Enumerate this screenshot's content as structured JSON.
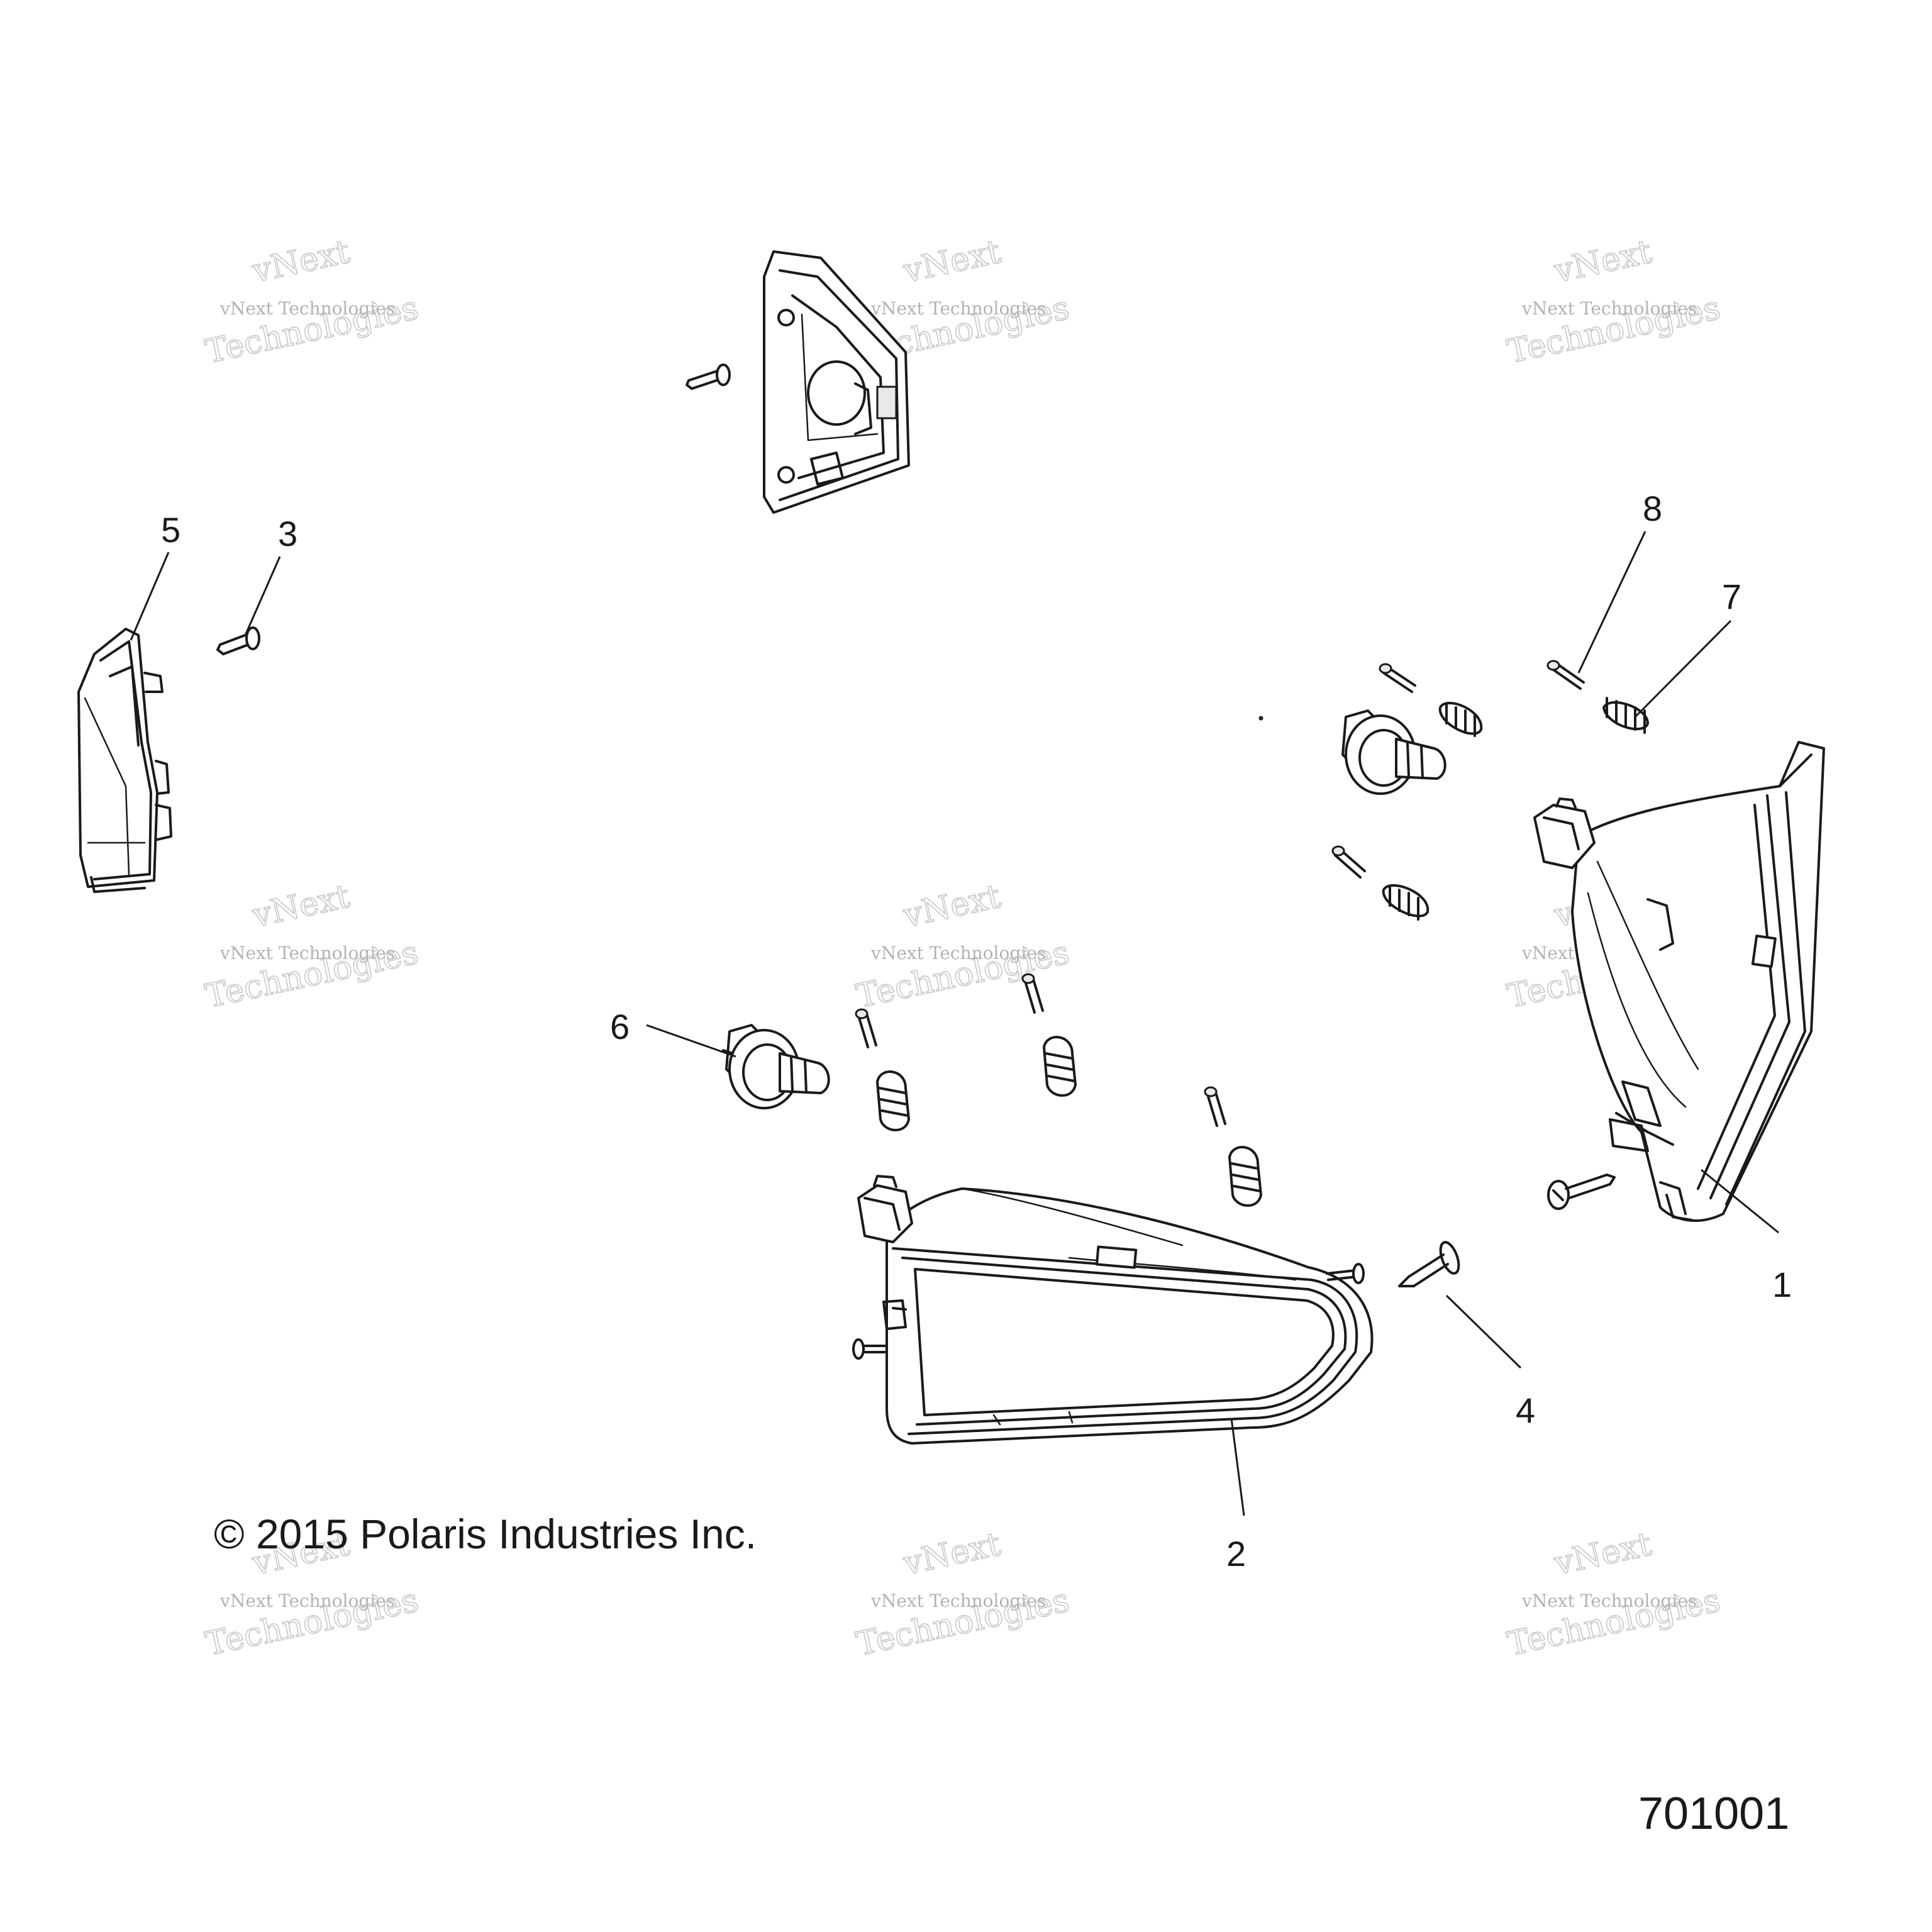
{
  "callouts": [
    {
      "label": "1"
    },
    {
      "label": "2"
    },
    {
      "label": "3"
    },
    {
      "label": "4"
    },
    {
      "label": "5"
    },
    {
      "label": "6"
    },
    {
      "label": "7"
    },
    {
      "label": "8"
    }
  ],
  "copyright": "© 2015 Polaris Industries Inc.",
  "diagram_number": "701001",
  "watermark": {
    "line_small": "vNext Technologies",
    "line_big_a": "vNext",
    "line_big_b": "Technologies"
  },
  "colors": {
    "line": "#1a1a1a",
    "watermark": "#b5b5b5"
  }
}
